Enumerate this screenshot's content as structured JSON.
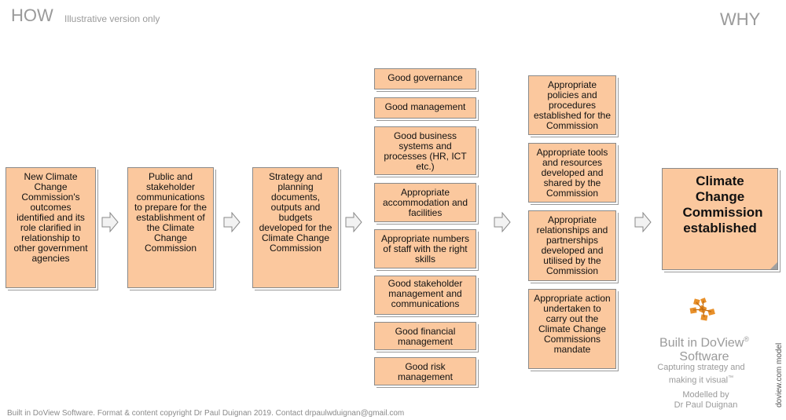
{
  "header": {
    "left_title": "HOW",
    "left_subtitle": "Illustrative version only",
    "right_title": "WHY"
  },
  "columns": {
    "step1": "New Climate Change Commission's outcomes identified and its role clarified in relationship to other government agencies",
    "step2": "Public and stakeholder communications to prepare for the establishment of the Climate Change Commission",
    "step3": "Strategy and planning documents, outputs and budgets developed for the Climate Change Commission",
    "step4": [
      "Good governance",
      "Good management",
      "Good business systems and processes (HR, ICT etc.)",
      "Appropriate accommodation and facilities",
      "Appropriate numbers of staff with the right skills",
      "Good stakeholder management and communications",
      "Good financial management",
      "Good risk management"
    ],
    "step5": [
      "Appropriate policies and procedures established for the Commission",
      "Appropriate tools and resources developed and shared by the Commission",
      "Appropriate relationships and partnerships developed and utilised by the Commission",
      "Appropriate action undertaken to carry out the Climate Change Commissions mandate"
    ],
    "goal": "Climate Change Commission established"
  },
  "brand": {
    "line1": "Built in DoView",
    "registered": "®",
    "line2": "Software",
    "tagline1": "Capturing strategy and",
    "tagline2": "making it visual",
    "trademark": "™",
    "modelled1": "Modelled by",
    "modelled2": "Dr Paul Duignan",
    "side_text": "doview.com model"
  },
  "footer": "Built in DoView Software. Format & content copyright Dr Paul Duignan 2019. Contact drpaulwduignan@gmail.com",
  "colors": {
    "box_fill": "#fbc89e",
    "border": "#8a8a8a",
    "header_grey": "#9a9a9a",
    "logo_orange": "#e8902a"
  }
}
